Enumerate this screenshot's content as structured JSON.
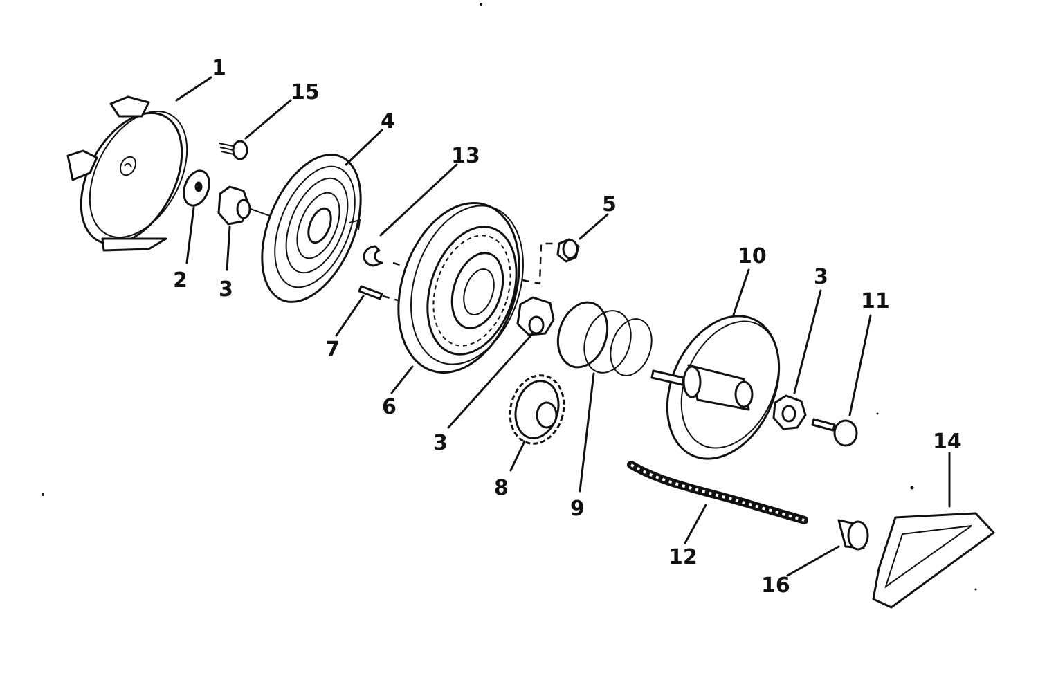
{
  "diagram": {
    "callouts": [
      {
        "id": "c1",
        "label": "1"
      },
      {
        "id": "c2",
        "label": "2"
      },
      {
        "id": "c3a",
        "label": "3"
      },
      {
        "id": "c3b",
        "label": "3"
      },
      {
        "id": "c3c",
        "label": "3"
      },
      {
        "id": "c4",
        "label": "4"
      },
      {
        "id": "c5",
        "label": "5"
      },
      {
        "id": "c6",
        "label": "6"
      },
      {
        "id": "c7",
        "label": "7"
      },
      {
        "id": "c8",
        "label": "8"
      },
      {
        "id": "c9",
        "label": "9"
      },
      {
        "id": "c10",
        "label": "10"
      },
      {
        "id": "c11",
        "label": "11"
      },
      {
        "id": "c12",
        "label": "12"
      },
      {
        "id": "c13",
        "label": "13"
      },
      {
        "id": "c14",
        "label": "14"
      },
      {
        "id": "c15",
        "label": "15"
      },
      {
        "id": "c16",
        "label": "16"
      }
    ]
  }
}
